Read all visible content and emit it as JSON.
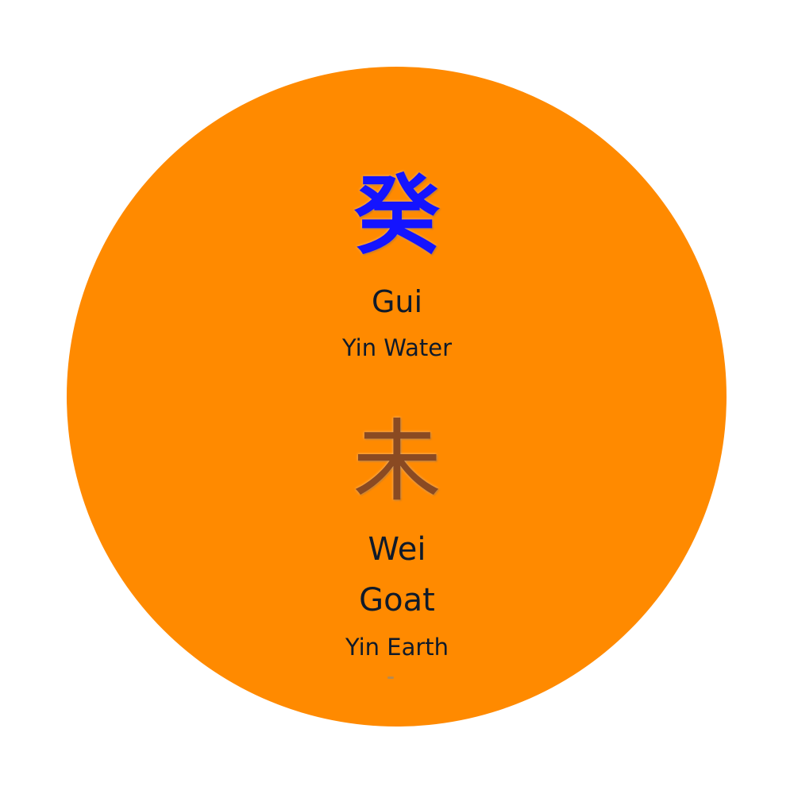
{
  "colors": {
    "disc": "#ff8a00",
    "stem_char": "#1414ff",
    "branch_char": "#8a4a22",
    "text": "#0f1a2a"
  },
  "stem": {
    "character": "癸",
    "name": "Gui",
    "element": "Yin Water"
  },
  "branch": {
    "character": "未",
    "name": "Wei",
    "animal": "Goat",
    "element": "Yin Earth"
  }
}
